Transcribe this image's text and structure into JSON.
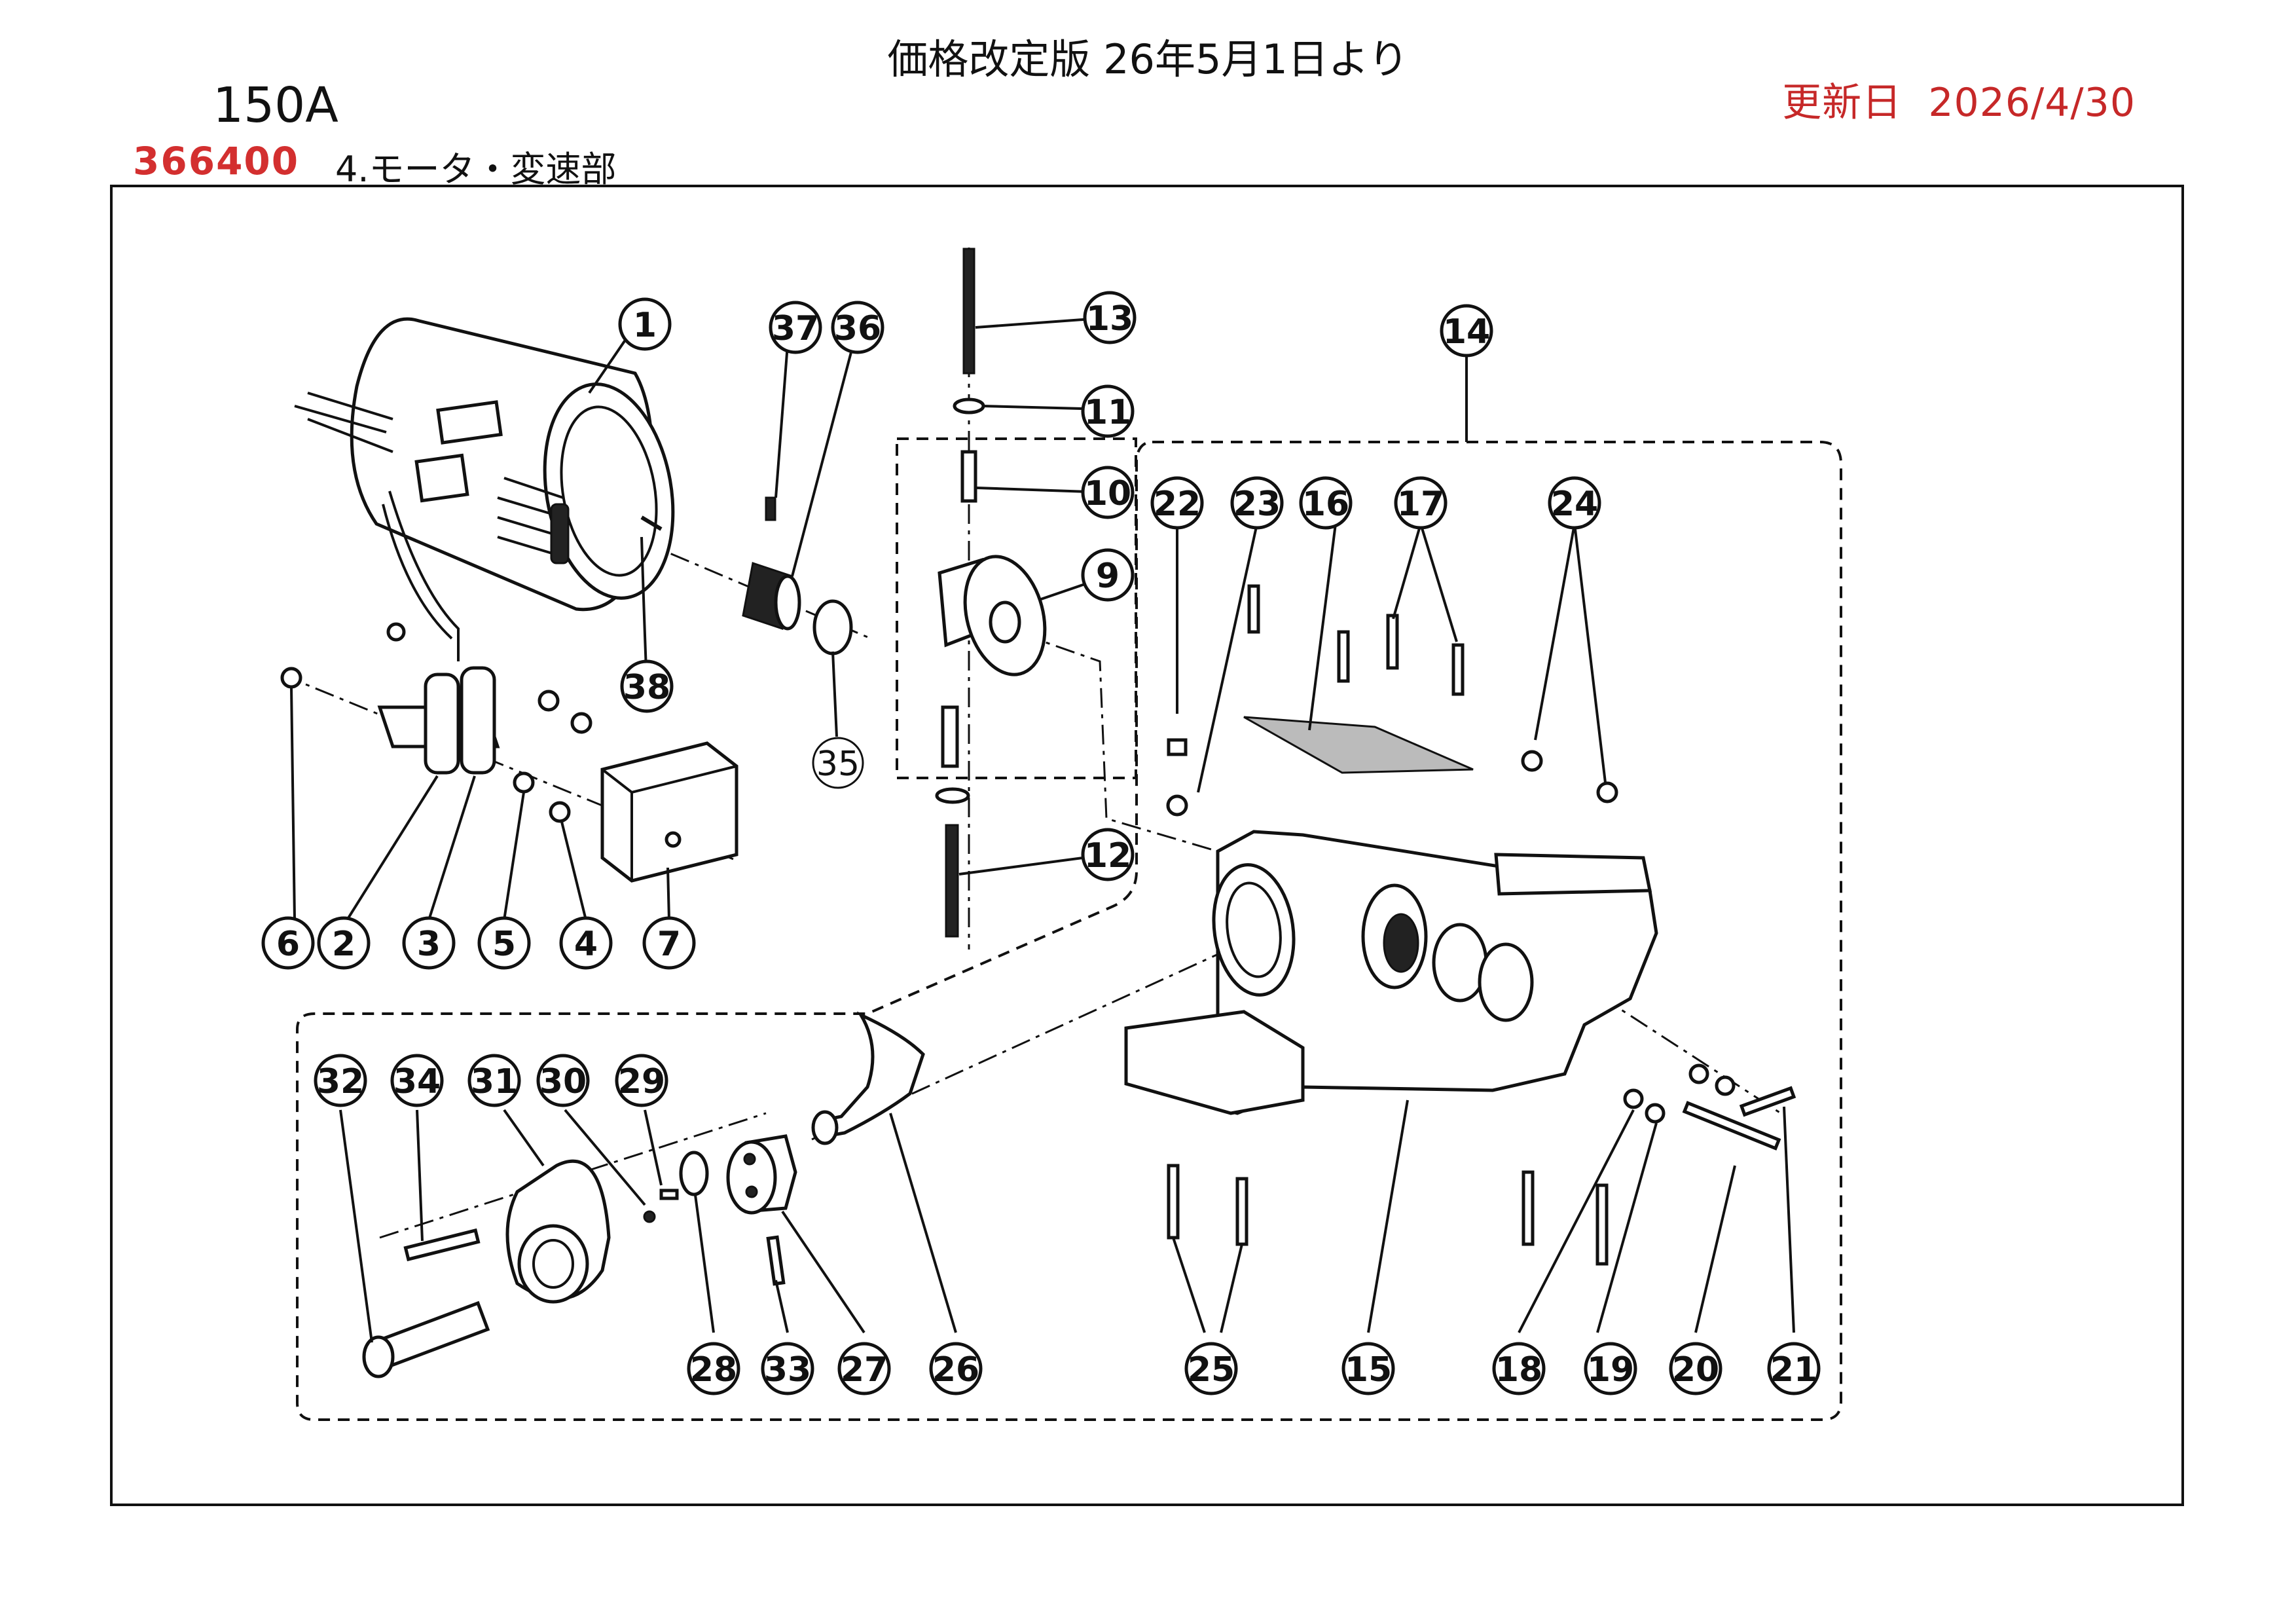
{
  "header": {
    "title": "価格改定版 26年5月1日より",
    "model": "150A",
    "updated_label": "更新日",
    "updated_date": "2026/4/30",
    "page_id": "366400",
    "section": "4.モータ・変速部"
  },
  "callouts": [
    "1",
    "2",
    "3",
    "4",
    "5",
    "6",
    "7",
    "9",
    "10",
    "11",
    "12",
    "13",
    "14",
    "15",
    "16",
    "17",
    "18",
    "19",
    "20",
    "21",
    "22",
    "23",
    "24",
    "25",
    "26",
    "27",
    "28",
    "29",
    "30",
    "31",
    "32",
    "33",
    "34",
    "35",
    "36",
    "37",
    "38"
  ],
  "colors": {
    "accent_red": "#d32f2f",
    "line": "#111111"
  }
}
